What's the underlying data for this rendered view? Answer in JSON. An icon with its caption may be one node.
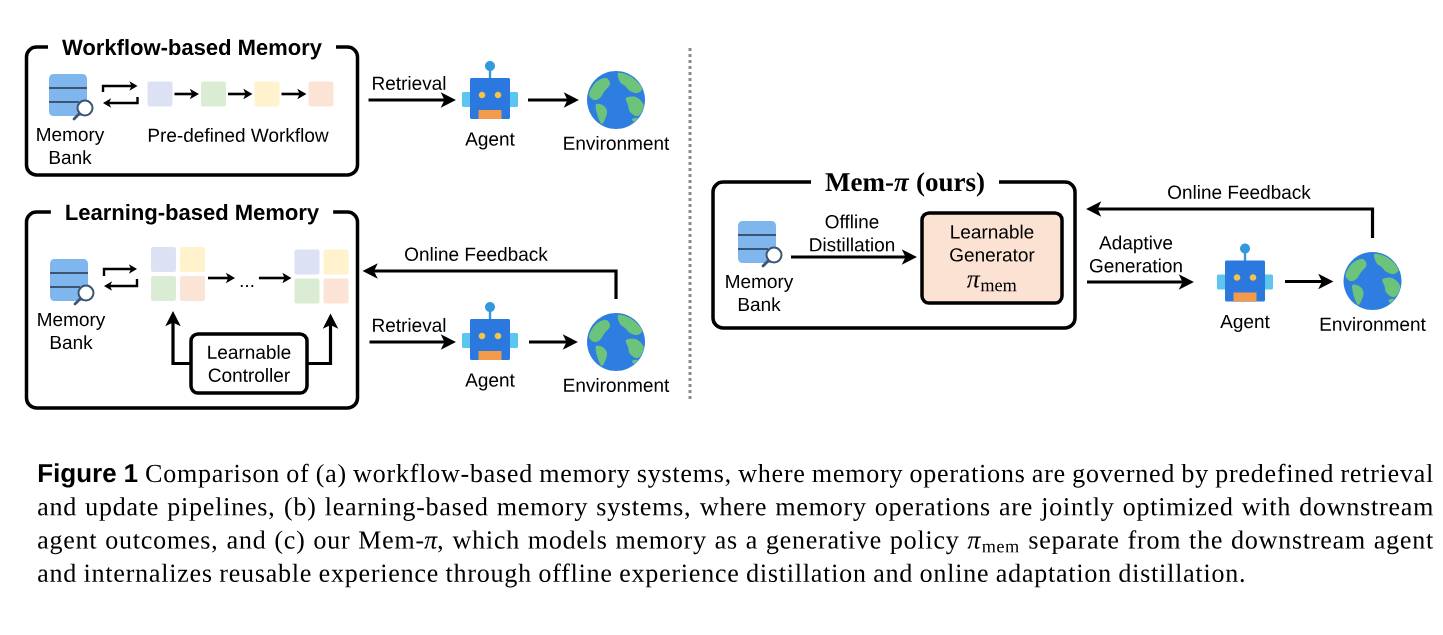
{
  "diagram": {
    "caption": "**Figure 1** Comparison of (a) workflow-based memory systems, where memory operations are governed by predefined retrieval and update pipelines, (b) learning-based memory systems, where memory operations are jointly optimized with downstream agent outcomes, and (c) our Mem-*π*, which models memory as a generative policy *π*$_{mem}$ separate from the downstream agent and internalizes reusable experience through offline experience distillation and online adaptation distillation.",
    "nodes": [
      {
        "text": [
          "Workflow-based Memory"
        ]
      },
      {
        "text": [],
        "shape": "picture",
        "beside": [
          "Memory Bank"
        ],
        "in": 0
      },
      {
        "text": [],
        "shape": "box",
        "in": 0
      },
      {
        "text": [],
        "shape": "box",
        "in": 0
      },
      {
        "text": [],
        "shape": "box",
        "in": 0
      },
      {
        "text": [],
        "shape": "box",
        "in": 0
      },
      {
        "text": [],
        "shape": "picture",
        "beside": [
          "Agent"
        ]
      },
      {
        "text": [],
        "shape": "picture",
        "beside": [
          "Environment"
        ]
      },
      {
        "text": [
          "Learning-based Memory"
        ]
      },
      {
        "text": [],
        "shape": "picture",
        "beside": [
          "Memory Bank"
        ],
        "in": 8
      },
      {
        "text": [],
        "shape": "grid",
        "in": 8
      },
      {
        "text": [
          "..."
        ],
        "in": 8
      },
      {
        "text": [],
        "shape": "grid",
        "in": 8
      },
      {
        "text": [
          "Learnable Controller"
        ],
        "in": 8
      },
      {
        "text": [],
        "shape": "picture",
        "beside": [
          "Agent"
        ]
      },
      {
        "text": [],
        "shape": "picture",
        "beside": [
          "Environment"
        ]
      },
      {
        "text": [
          "Mem-*π* (ours)"
        ]
      },
      {
        "text": [],
        "shape": "picture",
        "beside": [
          "Memory Bank"
        ],
        "in": 16
      },
      {
        "text": [
          "Learnable Generator",
          "*π*$_{mem}$"
        ],
        "in": 16
      },
      {
        "text": [],
        "shape": "picture",
        "beside": [
          "Agent"
        ]
      },
      {
        "text": [],
        "shape": "picture",
        "beside": [
          "Environment"
        ]
      }
    ],
    "edges": [
      {
        "from": 1,
        "to": 2,
        "arrow": "to"
      },
      {
        "from": 2,
        "to": 1,
        "arrow": "to"
      },
      {
        "from": 2,
        "to": 3,
        "arrow": "to"
      },
      {
        "from": 3,
        "to": 4,
        "arrow": "to"
      },
      {
        "from": 4,
        "to": 5,
        "arrow": "to"
      },
      {
        "from": 0,
        "to": 6,
        "arrow": "to",
        "label": "Retrieval"
      },
      {
        "from": 6,
        "to": 7,
        "arrow": "to"
      },
      {
        "from": 9,
        "to": 10,
        "arrow": "to"
      },
      {
        "from": 10,
        "to": 9,
        "arrow": "to"
      },
      {
        "from": 10,
        "to": 11,
        "arrow": "to"
      },
      {
        "from": 11,
        "to": 12,
        "arrow": "to"
      },
      {
        "from": 13,
        "to": 10,
        "arrow": "to"
      },
      {
        "from": 13,
        "to": 12,
        "arrow": "to"
      },
      {
        "from": 8,
        "to": 14,
        "arrow": "to",
        "label": "Retrieval"
      },
      {
        "from": 14,
        "to": 15,
        "arrow": "to"
      },
      {
        "from": 15,
        "to": 8,
        "arrow": "to",
        "label": "Online Feedback"
      },
      {
        "from": 17,
        "to": 18,
        "arrow": "to",
        "label": "Offline Distillation"
      },
      {
        "from": 16,
        "to": 19,
        "arrow": "to",
        "label": "Adaptive Generation"
      },
      {
        "from": 19,
        "to": 20,
        "arrow": "to"
      },
      {
        "from": 20,
        "to": 16,
        "arrow": "to",
        "label": "Online Feedback"
      }
    ],
    "labels": [
      "Pre-defined Workflow"
    ]
  }
}
